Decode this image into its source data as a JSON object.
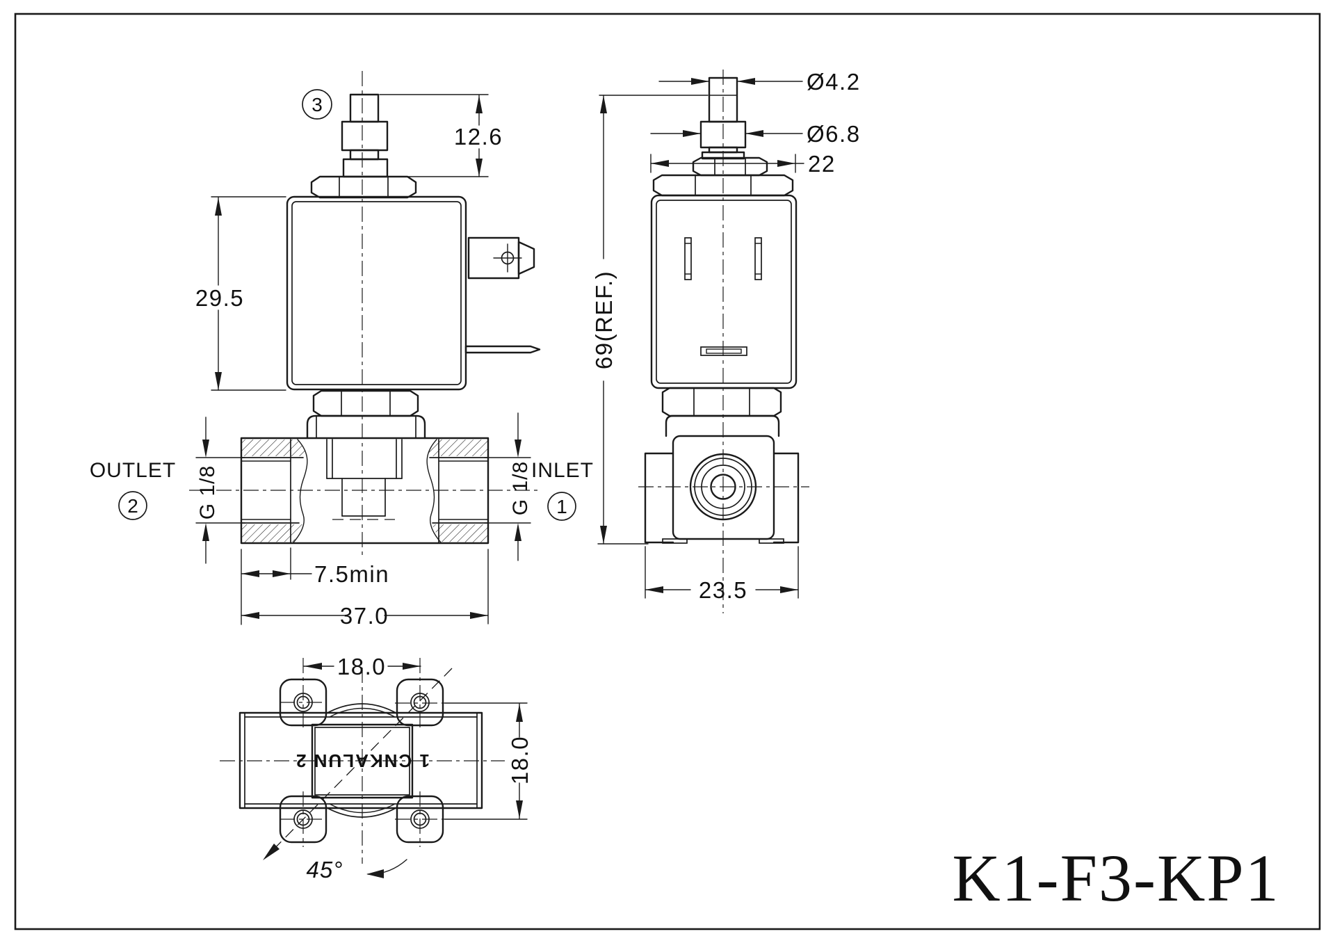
{
  "title": {
    "text": "K1-F3-KP1"
  },
  "balloons": {
    "b1": "1",
    "b2": "2",
    "b3": "3"
  },
  "ports": {
    "outlet_label": "OUTLET",
    "inlet_label": "INLET",
    "outlet_thread": "G 1/8",
    "inlet_thread": "G 1/8"
  },
  "dimensions": {
    "stem_height": "12.6",
    "coil_height": "29.5",
    "thread_depth": "7.5min",
    "overall_width": "37.0",
    "pin_diameter": "Ø4.2",
    "bush_diameter": "Ø6.8",
    "nut_width": "22",
    "overall_height": "69(REF.)",
    "body_width": "23.5",
    "hole_pitch_horizontal": "18.0",
    "hole_pitch_vertical": "18.0",
    "hole_angle": "45°"
  },
  "stamp": {
    "text": "1 CNKALUN 2"
  }
}
